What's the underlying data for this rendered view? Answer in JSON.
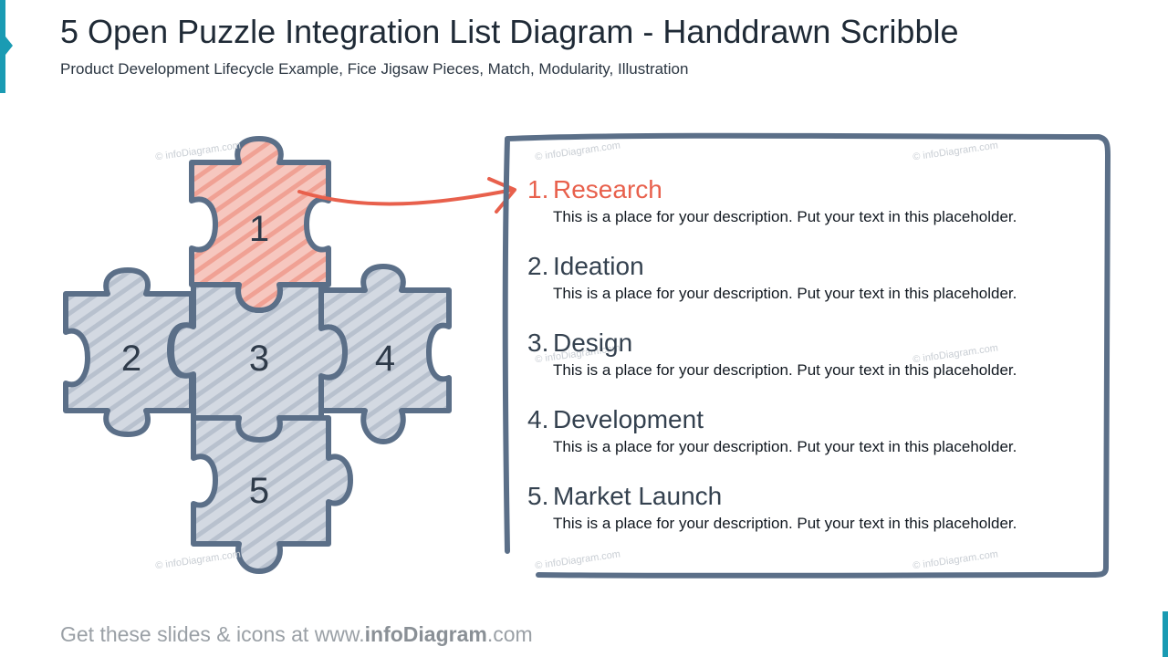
{
  "header": {
    "title": "5 Open Puzzle Integration List Diagram - Handdrawn Scribble",
    "subtitle": "Product Development Lifecycle Example, Fice Jigsaw Pieces, Match, Modularity, Illustration"
  },
  "puzzle": {
    "pieces": [
      {
        "label": "1",
        "highlighted": true
      },
      {
        "label": "2",
        "highlighted": false
      },
      {
        "label": "3",
        "highlighted": false
      },
      {
        "label": "4",
        "highlighted": false
      },
      {
        "label": "5",
        "highlighted": false
      }
    ]
  },
  "list": {
    "items": [
      {
        "number": "1.",
        "title": "Research",
        "description": "This is a place for your description. Put your text in this placeholder."
      },
      {
        "number": "2.",
        "title": "Ideation",
        "description": "This is a place for your description. Put your text in this placeholder."
      },
      {
        "number": "3.",
        "title": "Design",
        "description": "This is a place for your description. Put your text in this placeholder."
      },
      {
        "number": "4.",
        "title": "Development",
        "description": "This is a place for your description. Put your text in this placeholder."
      },
      {
        "number": "5.",
        "title": "Market Launch",
        "description": "This is a place for your description. Put your text in this placeholder."
      }
    ]
  },
  "watermark": "© infoDiagram.com",
  "footer": {
    "prefix": "Get these slides & icons at www.",
    "brand": "infoDiagram",
    "suffix": ".com"
  },
  "colors": {
    "accent": "#1a9bb3",
    "highlight": "#e8604c",
    "highlight_fill": "#f4b5ab",
    "piece_fill": "#c7ced9",
    "outline": "#5b6f88"
  }
}
